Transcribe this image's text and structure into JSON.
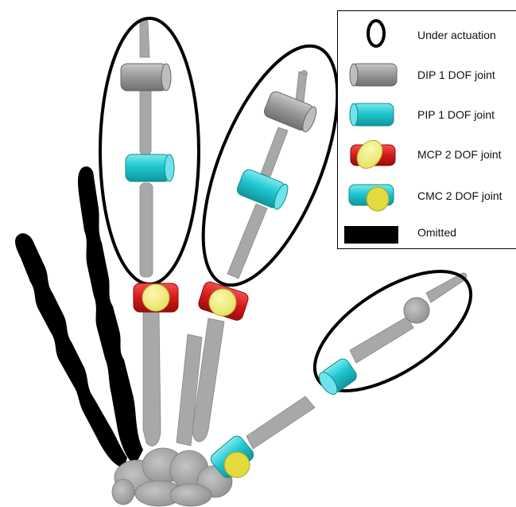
{
  "legend": {
    "items": [
      {
        "label": "Under actuation",
        "icon": "ellipse-outline-icon"
      },
      {
        "label": "DIP 1 DOF joint",
        "icon": "gray-cylinder-icon",
        "color": "#9a9a9a"
      },
      {
        "label": "PIP 1 DOF joint",
        "icon": "cyan-cylinder-icon",
        "color": "#1ec8cf"
      },
      {
        "label": "MCP 2 DOF joint",
        "icon": "red-yellow-joint-icon",
        "color": "#d81e1e"
      },
      {
        "label": "CMC 2 DOF joint",
        "icon": "cyan-yellow-joint-icon",
        "color": "#1ec8cf"
      },
      {
        "label": "Omitted",
        "icon": "black-rectangle-icon",
        "color": "#000000"
      }
    ]
  },
  "colors": {
    "bone": "#a6a6a6",
    "dip": "#9a9a9a",
    "pip": "#1ec8cf",
    "mcp": "#d81e1e",
    "mcp_disc": "#f1ee7a",
    "cmc_disc": "#e1d73c",
    "omitted": "#000000"
  }
}
